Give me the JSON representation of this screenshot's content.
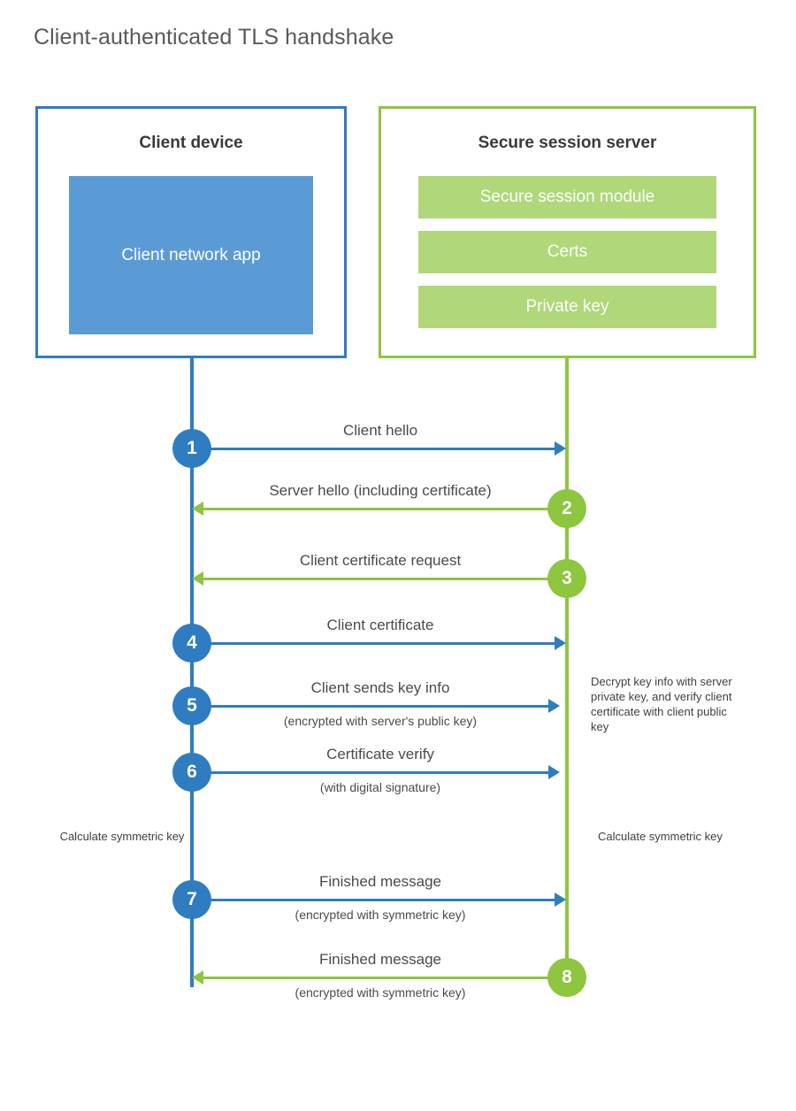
{
  "title": "Client-authenticated TLS handshake",
  "colors": {
    "client_blue": "#2f7cc0",
    "client_app_fill": "#5b9bd5",
    "server_green": "#8dc63f",
    "server_module_fill": "#b0d77a",
    "text": "#3f3f3f",
    "title_text": "#59595b"
  },
  "client": {
    "title": "Client device",
    "app_label": "Client network app"
  },
  "server": {
    "title": "Secure session server",
    "modules": [
      {
        "label": "Secure session module"
      },
      {
        "label": "Certs"
      },
      {
        "label": "Private key"
      }
    ]
  },
  "steps": [
    {
      "number": "1",
      "label": "Client hello",
      "sublabel": "",
      "direction": "client-to-server",
      "color": "blue"
    },
    {
      "number": "2",
      "label": "Server hello (including certificate)",
      "sublabel": "",
      "direction": "server-to-client",
      "color": "green"
    },
    {
      "number": "3",
      "label": "Client certificate request",
      "sublabel": "",
      "direction": "server-to-client",
      "color": "green"
    },
    {
      "number": "4",
      "label": "Client certificate",
      "sublabel": "",
      "direction": "client-to-server",
      "color": "blue"
    },
    {
      "number": "5",
      "label": "Client sends key info",
      "sublabel": "(encrypted with server's public key)",
      "direction": "client-to-server",
      "color": "blue"
    },
    {
      "number": "6",
      "label": "Certificate verify",
      "sublabel": "(with digital signature)",
      "direction": "client-to-server",
      "color": "blue"
    },
    {
      "number": "7",
      "label": "Finished message",
      "sublabel": "(encrypted with symmetric key)",
      "direction": "client-to-server",
      "color": "blue"
    },
    {
      "number": "8",
      "label": "Finished message",
      "sublabel": "(encrypted with symmetric key)",
      "direction": "server-to-client",
      "color": "green"
    }
  ],
  "annotations": {
    "server_decrypt": "Decrypt key info with server private key, and verify client certificate with client public key",
    "client_calculate": "Calculate symmetric key",
    "server_calculate": "Calculate symmetric key"
  }
}
